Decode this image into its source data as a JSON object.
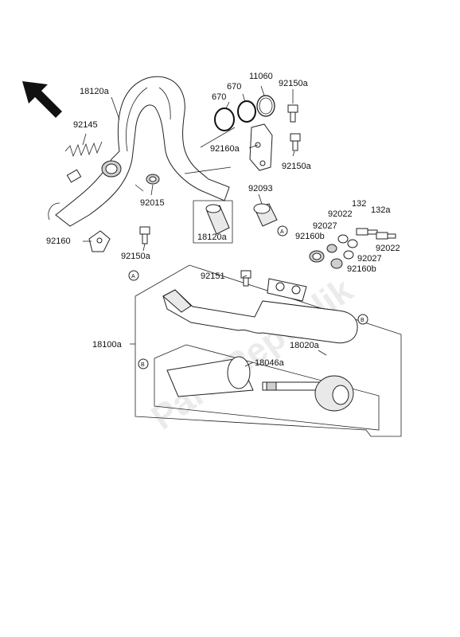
{
  "watermark": "PartsRepublik",
  "callout_a": "A",
  "callout_b": "B",
  "labels": {
    "p18120a_top": "18120a",
    "p92145": "92145",
    "p670_1": "670",
    "p670_2": "670",
    "p11060": "11060",
    "p92150a_1": "92150a",
    "p92160a": "92160a",
    "p92150a_2": "92150a",
    "p92015": "92015",
    "p92093": "92093",
    "p18120a_mid": "18120a",
    "p92160": "92160",
    "p92150a_3": "92150a",
    "p132": "132",
    "p132a": "132a",
    "p92022_1": "92022",
    "p92022_2": "92022",
    "p92027_1": "92027",
    "p92027_2": "92027",
    "p92160b_1": "92160b",
    "p92160b_2": "92160b",
    "p92151": "92151",
    "p18100a": "18100a",
    "p18020a": "18020a",
    "p18046a": "18046a"
  }
}
